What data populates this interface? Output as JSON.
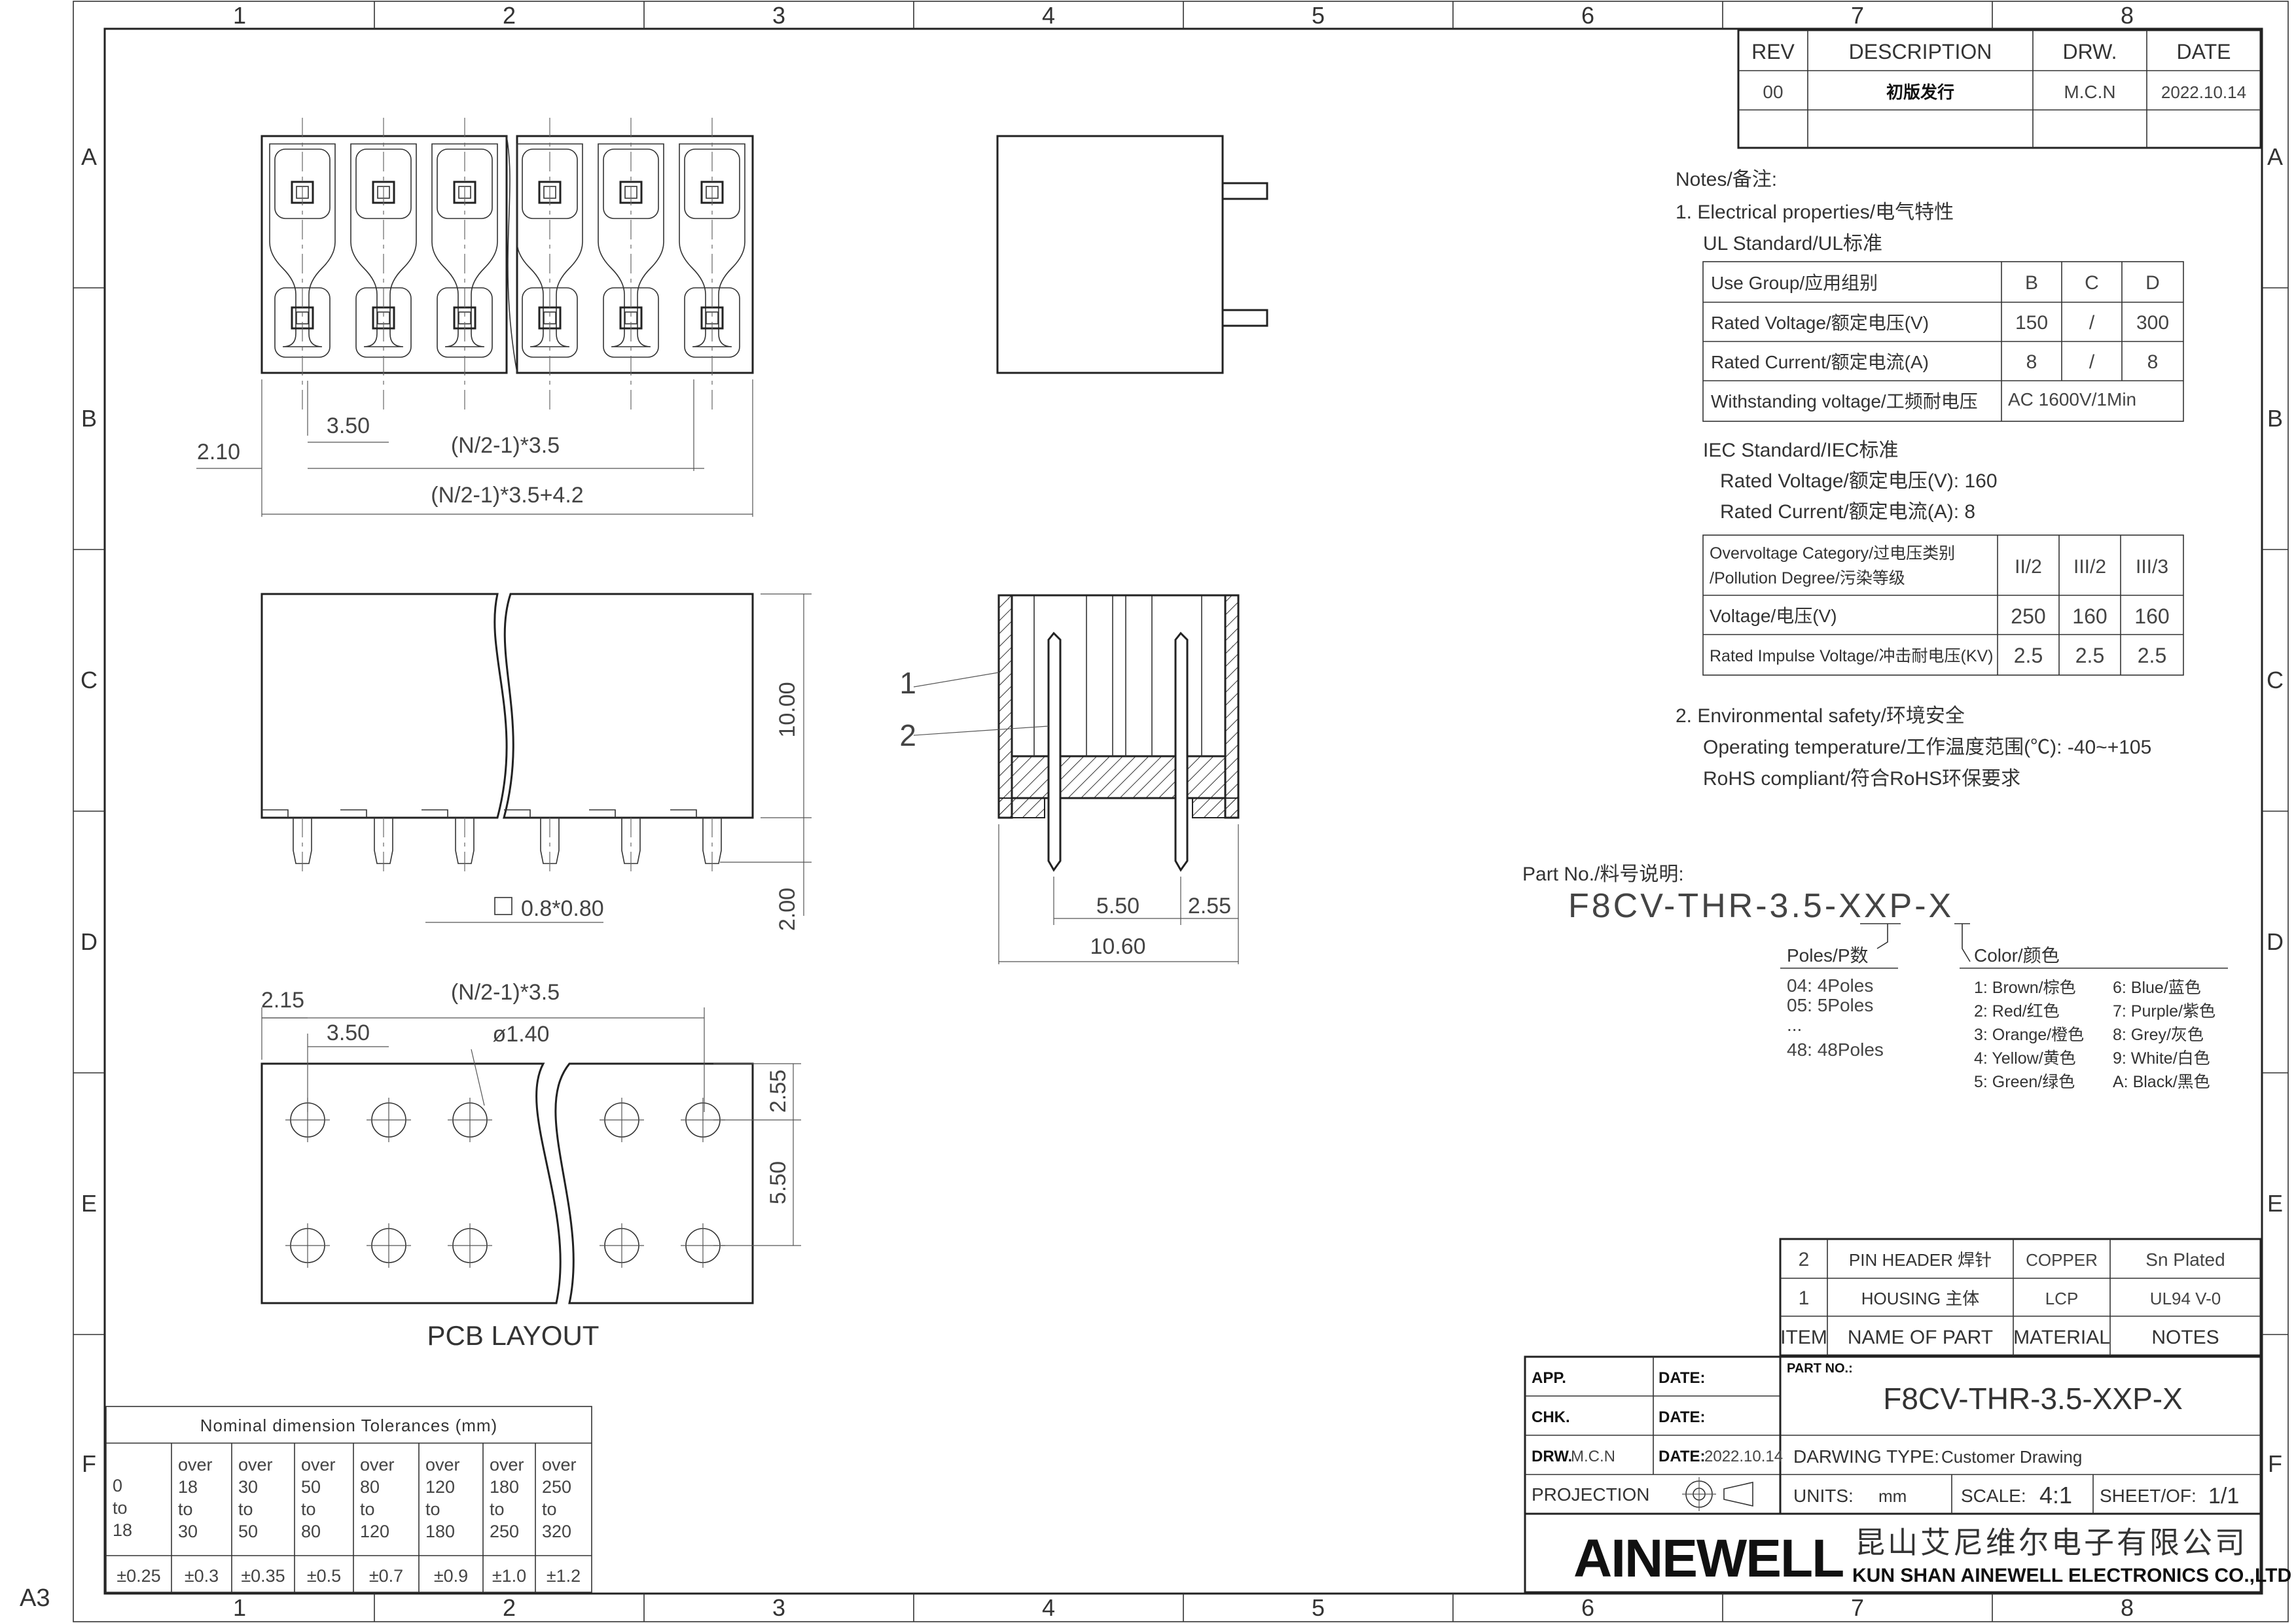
{
  "grid": {
    "cols": [
      "1",
      "2",
      "3",
      "4",
      "5",
      "6",
      "7",
      "8"
    ],
    "rows": [
      "A",
      "B",
      "C",
      "D",
      "E",
      "F"
    ],
    "sheet_size": "A3"
  },
  "revision_table": {
    "headers": [
      "REV",
      "DESCRIPTION",
      "DRW.",
      "DATE"
    ],
    "row": [
      "00",
      "初版发行",
      "M.C.N",
      "2022.10.14"
    ]
  },
  "notes": {
    "title": "Notes/备注:",
    "electrical_title": "1. Electrical properties/电气特性",
    "ul_title": "UL Standard/UL标准",
    "ul_table": [
      [
        "Use Group/应用组别",
        "B",
        "C",
        "D"
      ],
      [
        "Rated Voltage/额定电压(V)",
        "150",
        "/",
        "300"
      ],
      [
        "Rated Current/额定电流(A)",
        "8",
        "/",
        "8"
      ],
      [
        "Withstanding voltage/工频耐电压",
        "AC 1600V/1Min"
      ]
    ],
    "iec_title": "IEC Standard/IEC标准",
    "iec_voltage": "Rated Voltage/额定电压(V): 160",
    "iec_current": "Rated Current/额定电流(A):  8",
    "iec_table": {
      "head1": "Overvoltage Category/过电压类别",
      "head2": "/Pollution Degree/污染等级",
      "head_values": [
        "II/2",
        "III/2",
        "III/3"
      ],
      "rows": [
        [
          "Voltage/电压(V)",
          "250",
          "160",
          "160"
        ],
        [
          "Rated Impulse Voltage/冲击耐电压(KV)",
          "2.5",
          "2.5",
          "2.5"
        ]
      ]
    },
    "env_title": "2. Environmental safety/环境安全",
    "env_temp": "Operating temperature/工作温度范围(℃):  -40~+105",
    "env_rohs": "RoHS compliant/符合RoHS环保要求"
  },
  "part_number": {
    "title": "Part No./料号说明:",
    "code": "F8CV-THR-3.5-XXP-X",
    "poles_title": "Poles/P数",
    "poles": [
      "04: 4Poles",
      "05: 5Poles",
      "...",
      "48: 48Poles"
    ],
    "color_title": "Color/颜色",
    "colors_left": [
      "1: Brown/棕色",
      "2: Red/红色",
      "3: Orange/橙色",
      "4: Yellow/黄色",
      "5: Green/绿色"
    ],
    "colors_right": [
      "6: Blue/蓝色",
      "7: Purple/紫色",
      "8: Grey/灰色",
      "9: White/白色",
      "A: Black/黑色"
    ]
  },
  "dimensions": {
    "top_pitch": "3.50",
    "top_offset": "2.10",
    "top_span": "(N/2-1)*3.5",
    "top_total": "(N/2-1)*3.5+4.2",
    "front_height": "10.00",
    "front_pin": "2.00",
    "pin_size": "0.8*0.80",
    "side_pitch": "5.50",
    "side_offset": "2.55",
    "side_total": "10.60",
    "callout_1": "1",
    "callout_2": "2",
    "pcb_offset": "2.15",
    "pcb_span": "(N/2-1)*3.5",
    "pcb_pitch": "3.50",
    "pcb_hole": "ø1.40",
    "pcb_row_offset": "2.55",
    "pcb_row_pitch": "5.50",
    "pcb_title": "PCB LAYOUT"
  },
  "tolerance_table": {
    "title": "Nominal  dimension  Tolerances  (mm)",
    "ranges": [
      [
        "0",
        "to",
        "18"
      ],
      [
        "over",
        "18",
        "to",
        "30"
      ],
      [
        "over",
        "30",
        "to",
        "50"
      ],
      [
        "over",
        "50",
        "to",
        "80"
      ],
      [
        "over",
        "80",
        "to",
        "120"
      ],
      [
        "over",
        "120",
        "to",
        "180"
      ],
      [
        "over",
        "180",
        "to",
        "250"
      ],
      [
        "over",
        "250",
        "to",
        "320"
      ]
    ],
    "values": [
      "±0.25",
      "±0.3",
      "±0.35",
      "±0.5",
      "±0.7",
      "±0.9",
      "±1.0",
      "±1.2"
    ]
  },
  "bom": {
    "rows": [
      [
        "2",
        "PIN HEADER 焊针",
        "COPPER",
        "Sn Plated"
      ],
      [
        "1",
        "HOUSING 主体",
        "LCP",
        "UL94 V-0"
      ]
    ],
    "headers": [
      "ITEM",
      "NAME OF PART",
      "MATERIAL",
      "NOTES"
    ]
  },
  "title_block": {
    "app_label": "APP.",
    "chk_label": "CHK.",
    "drw_label": "DRW.",
    "drw_value": "M.C.N",
    "date_label": "DATE:",
    "date_value": "2022.10.14",
    "projection_label": "PROJECTION",
    "part_no_label": "PART NO.:",
    "part_no_value": "F8CV-THR-3.5-XXP-X",
    "drawing_type_label": "DARWING TYPE:",
    "drawing_type_value": "Customer Drawing",
    "units_label": "UNITS:",
    "units_value": "mm",
    "scale_label": "SCALE:",
    "scale_value": "4:1",
    "sheet_label": "SHEET/OF:",
    "sheet_value": "1/1",
    "logo": "AINEWELL",
    "company_cn": "昆山艾尼维尔电子有限公司",
    "company_en": "KUN SHAN AINEWELL ELECTRONICS CO.,LTD"
  }
}
